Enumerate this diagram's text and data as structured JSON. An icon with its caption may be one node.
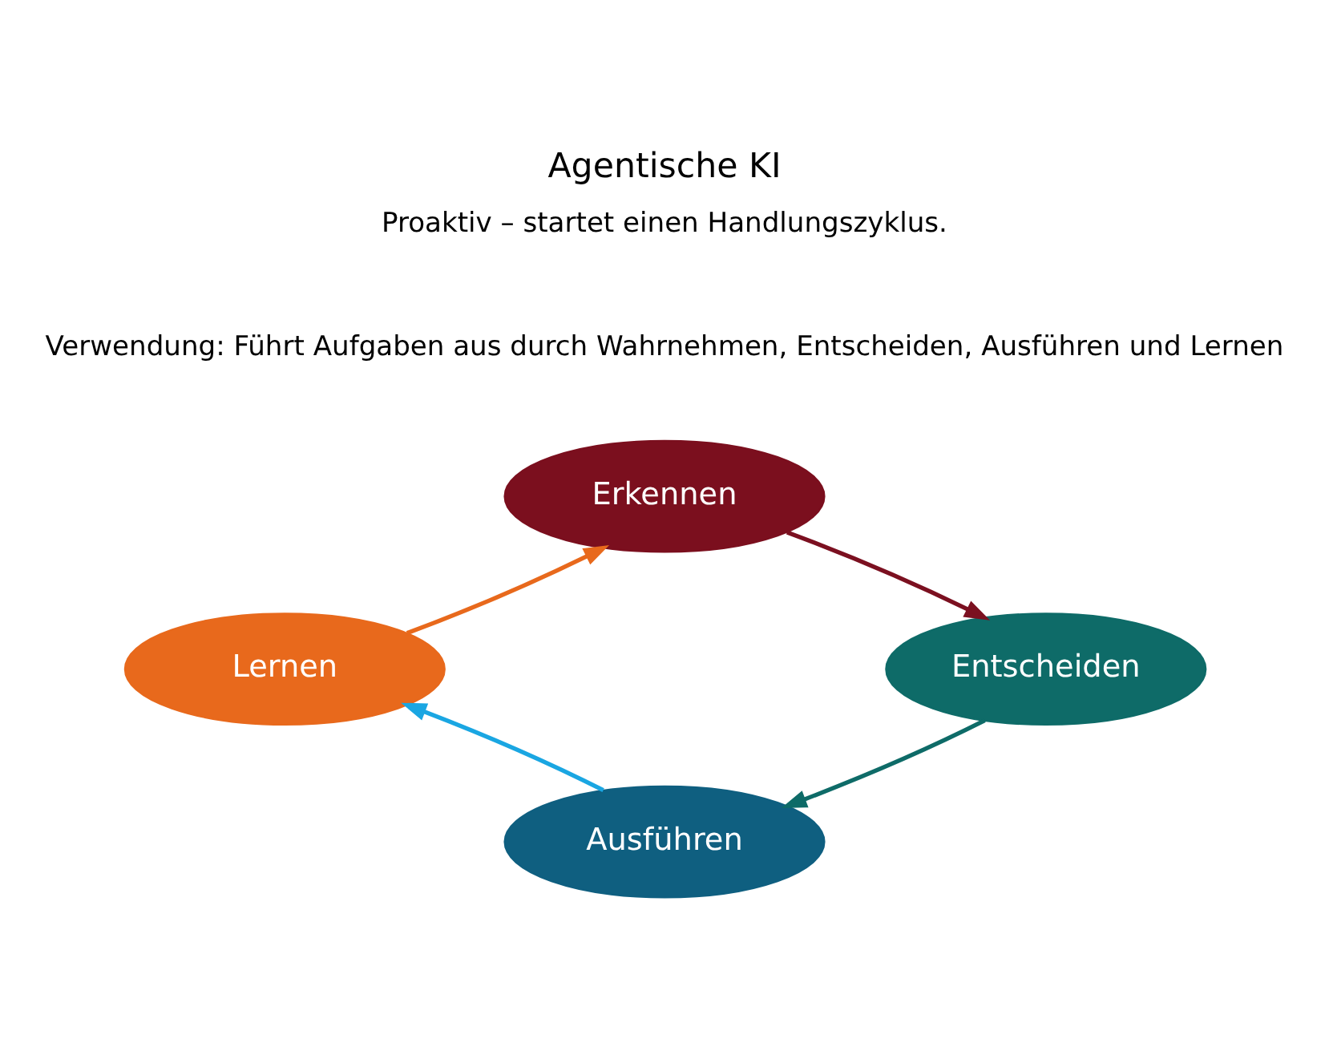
{
  "diagram": {
    "title": "Agentische KI",
    "nodes": [
      {
        "text": [
          "Erkennen"
        ]
      },
      {
        "text": [
          "Entscheiden"
        ]
      },
      {
        "text": [
          "Ausführen"
        ]
      },
      {
        "text": [
          "Lernen"
        ]
      }
    ],
    "edges": [
      {
        "from": 0,
        "to": 1,
        "arrow": "to",
        "color": "#7b1020"
      },
      {
        "from": 1,
        "to": 2,
        "arrow": "to",
        "color": "#0e6b68"
      },
      {
        "from": 2,
        "to": 3,
        "arrow": "to",
        "color": "#1aa6e2"
      },
      {
        "from": 3,
        "to": 0,
        "arrow": "to",
        "color": "#e8691c"
      }
    ],
    "labels": [
      "Proaktiv – startet einen Handlungszyklus.",
      "Verwendung: Führt Aufgaben aus durch Wahrnehmen, Entscheiden, Ausführen und Lernen"
    ]
  }
}
